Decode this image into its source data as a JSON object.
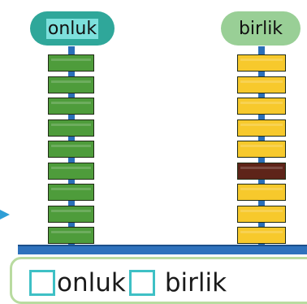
{
  "rods": {
    "tens": {
      "label": "onluk",
      "bead_count": 9,
      "bead_color": "#4e9c3b"
    },
    "ones": {
      "label": "birlik",
      "bead_count": 9,
      "bead_color": "#f7c92c",
      "highlight_bead_index": 5,
      "highlight_color": "#5e2419"
    }
  },
  "answer": {
    "tens_unit": "onluk",
    "ones_unit": "birlik",
    "box_color": "#3ec0c5"
  },
  "colors": {
    "rod": "#2b6fb8",
    "base": "#2e72bd",
    "frame": "#b9dba0",
    "arrow": "#2e9ed6"
  }
}
